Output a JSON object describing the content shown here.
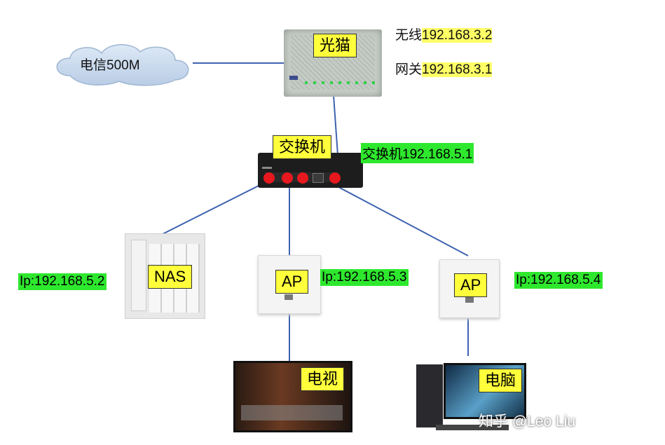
{
  "cloud": {
    "label": "电信500M"
  },
  "modem": {
    "label": "光猫",
    "wifi_prefix": "无线",
    "wifi_ip": "192.168.3.2",
    "gw_prefix": "网关",
    "gw_ip": "192.168.3.1"
  },
  "switch": {
    "label": "交换机",
    "ip_text": "交换机192.168.5.1"
  },
  "nas": {
    "label": "NAS",
    "ip_text": "Ip:192.168.5.2"
  },
  "ap1": {
    "label": "AP",
    "ip_text": "Ip:192.168.5.3"
  },
  "ap2": {
    "label": "AP",
    "ip_text": "Ip:192.168.5.4"
  },
  "tv": {
    "label": "电视"
  },
  "pc": {
    "label": "电脑"
  },
  "watermark": "知乎 @Leo Liu",
  "colors": {
    "link": "#3f63b0",
    "label_bg": "#ffff3b",
    "ip_green": "#2ee82e",
    "ip_yellow": "#ffff66"
  }
}
